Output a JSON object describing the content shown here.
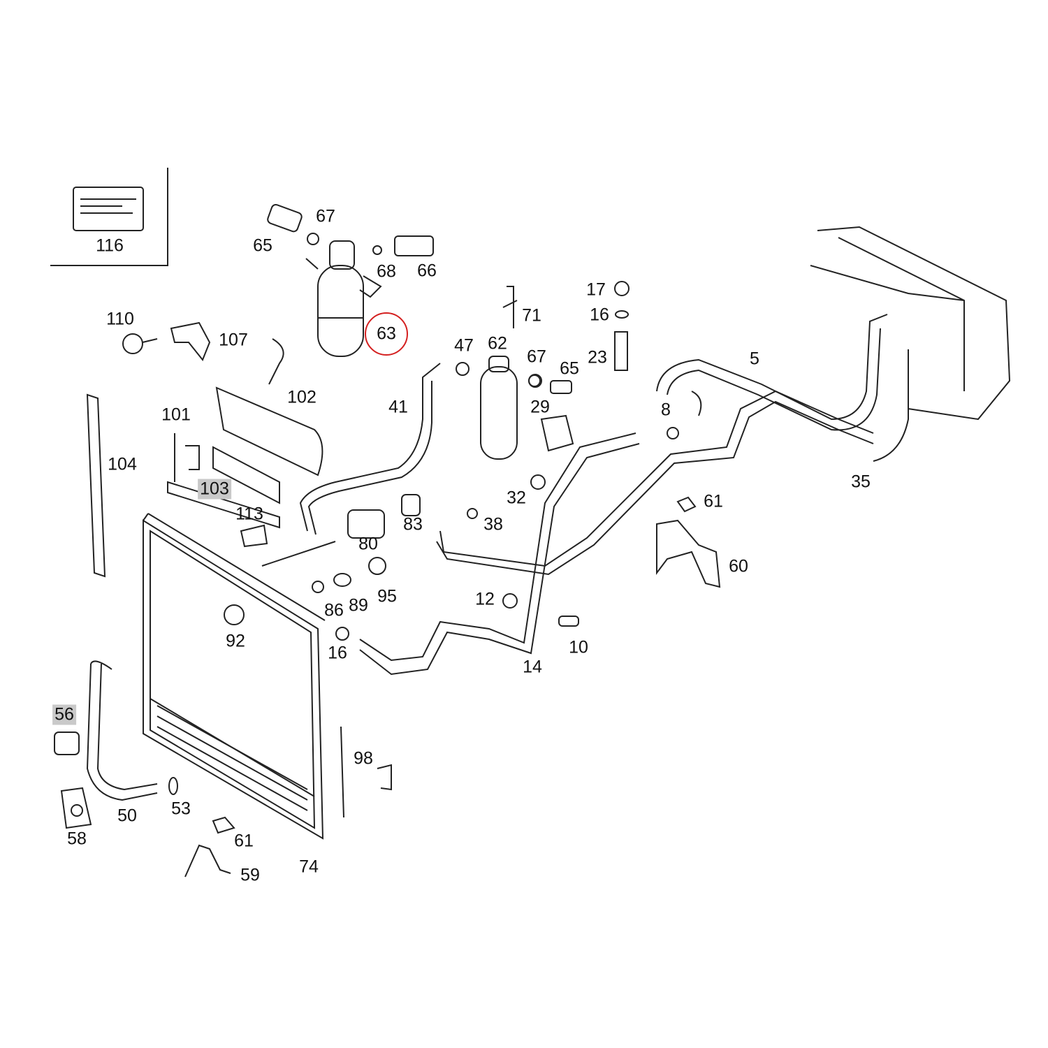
{
  "diagram": {
    "title": "A/C condenser, receiver drier and refrigerant lines parts diagram",
    "highlight_color": "#d42020",
    "selected_part": "63",
    "highlighted_parts": [
      "103",
      "56"
    ],
    "labels": [
      "116",
      "67",
      "65",
      "68",
      "66",
      "63",
      "110",
      "107",
      "102",
      "101",
      "104",
      "103",
      "113",
      "71",
      "17",
      "16",
      "23",
      "47",
      "62",
      "67",
      "65",
      "29",
      "41",
      "5",
      "8",
      "35",
      "61",
      "60",
      "32",
      "38",
      "83",
      "80",
      "95",
      "86",
      "89",
      "12",
      "10",
      "14",
      "16",
      "92",
      "56",
      "98",
      "50",
      "53",
      "58",
      "61",
      "59",
      "74"
    ]
  }
}
